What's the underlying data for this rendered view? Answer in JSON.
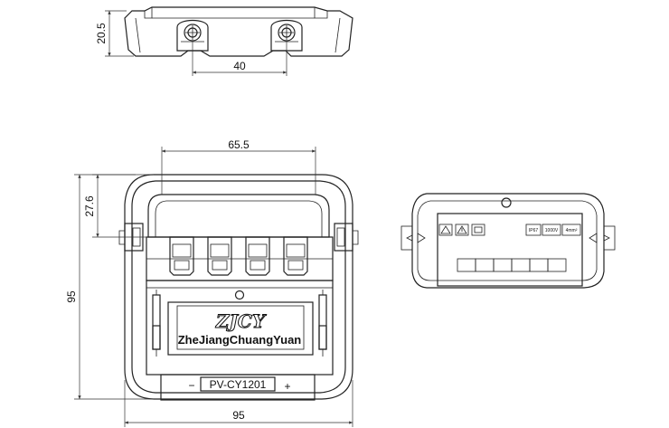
{
  "dimensions": {
    "top_height": "20.5",
    "top_spacing": "40",
    "front_inner_width": "65.5",
    "front_top_offset": "27.6",
    "front_height": "95",
    "front_width": "95"
  },
  "label": {
    "logo": "ZJCY",
    "manufacturer": "ZheJiangChuangYuan",
    "model": "PV-CY1201",
    "minus": "−",
    "plus": "+"
  },
  "side_label": {
    "ip_rating": "IP67",
    "voltage": "1000V",
    "wire": "4mm²"
  }
}
